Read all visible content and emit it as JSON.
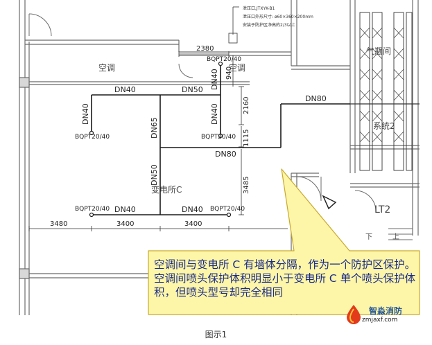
{
  "note": {
    "line1": "泄压口,JTXYK-B1",
    "line2": "泄压口外形尺寸: ø60×360×200mm",
    "line3": "安装于防护区净高的2/3以上"
  },
  "rooms": {
    "ac_left": "空调",
    "ac_right": "空调",
    "substation": "变电所C",
    "lt2": "LT2",
    "system2": "系统2",
    "gas_room": "气瓶间",
    "down": "下",
    "up": "上"
  },
  "pipes": {
    "dn40_top_left": "DN40",
    "dn50_top": "DN50",
    "dn40_vert_mid_upper": "DN40",
    "dn40_vert_left": "DN40",
    "dn40_vert_mid": "DN40",
    "dn65_vert": "DN65",
    "dn50_vert": "DN50",
    "dn80_top": "DN80",
    "dn80_mid": "DN80",
    "dn40_bottom_left": "DN40",
    "dn40_bottom_right": "DN40"
  },
  "nozzles": {
    "top_right": "BQPT20/40",
    "mid_left": "BQPT20/40",
    "mid_right": "BQPT20/40",
    "bottom_left": "BQPT20/40",
    "bottom_right": "BQPT20/40"
  },
  "dimensions": {
    "d2380": "2380",
    "d940": "940",
    "d2160": "2160",
    "d1115": "1115",
    "d3485": "3485",
    "d3480": "3480",
    "d3400a": "3400",
    "d3400b": "3400"
  },
  "callout": {
    "text": "空调间与变电所 C 有墙体分隔，作为一个防护区保护。空调间喷头保护体积明显小于变电所 C 单个喷头保护体积，但喷头型号却完全相同"
  },
  "caption": "图示1",
  "watermark": {
    "name": "智淼消防",
    "url": "zmjaxf.com"
  },
  "colors": {
    "callout_fill": "#fdf6a8",
    "callout_border": "#c9a92a",
    "callout_text": "#1a2a8a",
    "pipe": "#1a1a1a",
    "wall": "#6b6b6b"
  }
}
